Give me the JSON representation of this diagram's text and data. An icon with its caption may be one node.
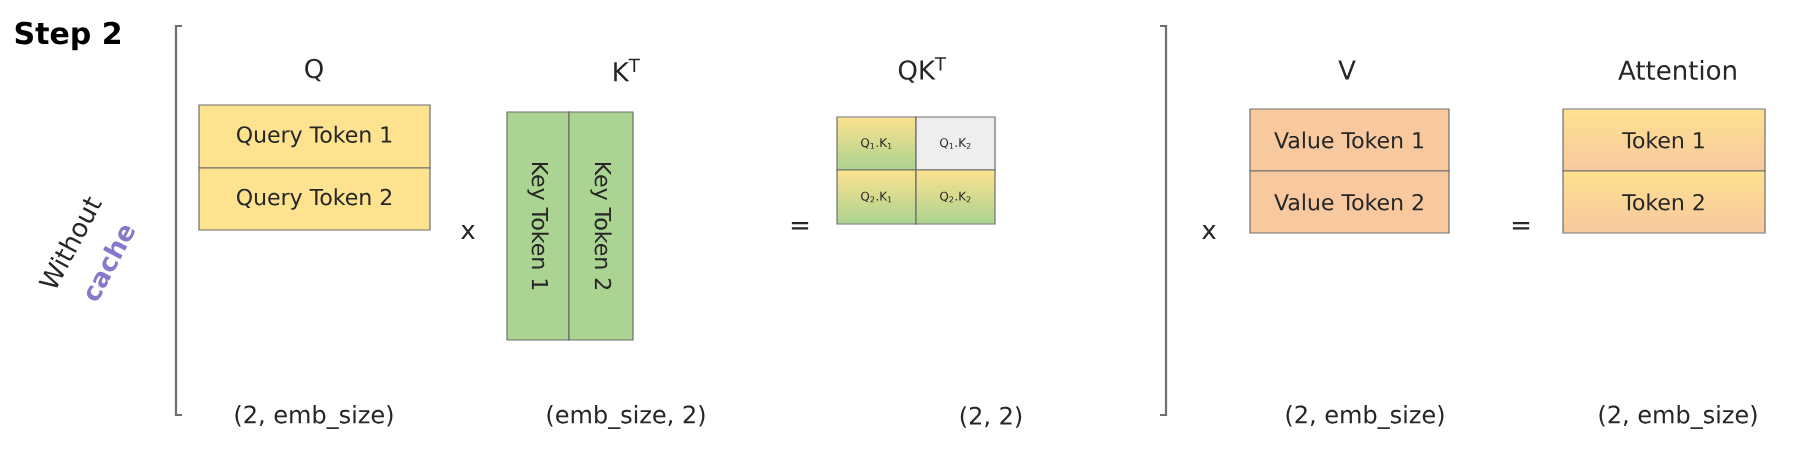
{
  "diagram": {
    "title": "Step 2",
    "nodes": [
      {
        "text": [
          "Query Token 1"
        ]
      },
      {
        "text": [
          "Query Token 2"
        ]
      },
      {
        "text": [
          "Key Token 1"
        ]
      },
      {
        "text": [
          "Key Token 2"
        ]
      },
      {
        "text": [
          "Q$_{1}$.K$_{1}$"
        ]
      },
      {
        "text": [
          "Q$_{1}$.K$_{2}$"
        ]
      },
      {
        "text": [
          "Q$_{2}$.K$_{1}$"
        ]
      },
      {
        "text": [
          "Q$_{2}$.K$_{2}$"
        ]
      },
      {
        "text": [
          "Value Token 1"
        ]
      },
      {
        "text": [
          "Value Token 2"
        ]
      },
      {
        "text": [
          "Token 1"
        ]
      },
      {
        "text": [
          "Token 2"
        ]
      }
    ],
    "labels": [
      "Q",
      "K$^{T}$",
      "QK$^{T}$",
      "V",
      "Attention",
      "Without",
      "cache",
      "x",
      "=",
      "x",
      "=",
      "(2, emb_size)",
      "(emb_size, 2)",
      "(2, 2)",
      "(2, emb_size)",
      "(2, emb_size)"
    ]
  }
}
